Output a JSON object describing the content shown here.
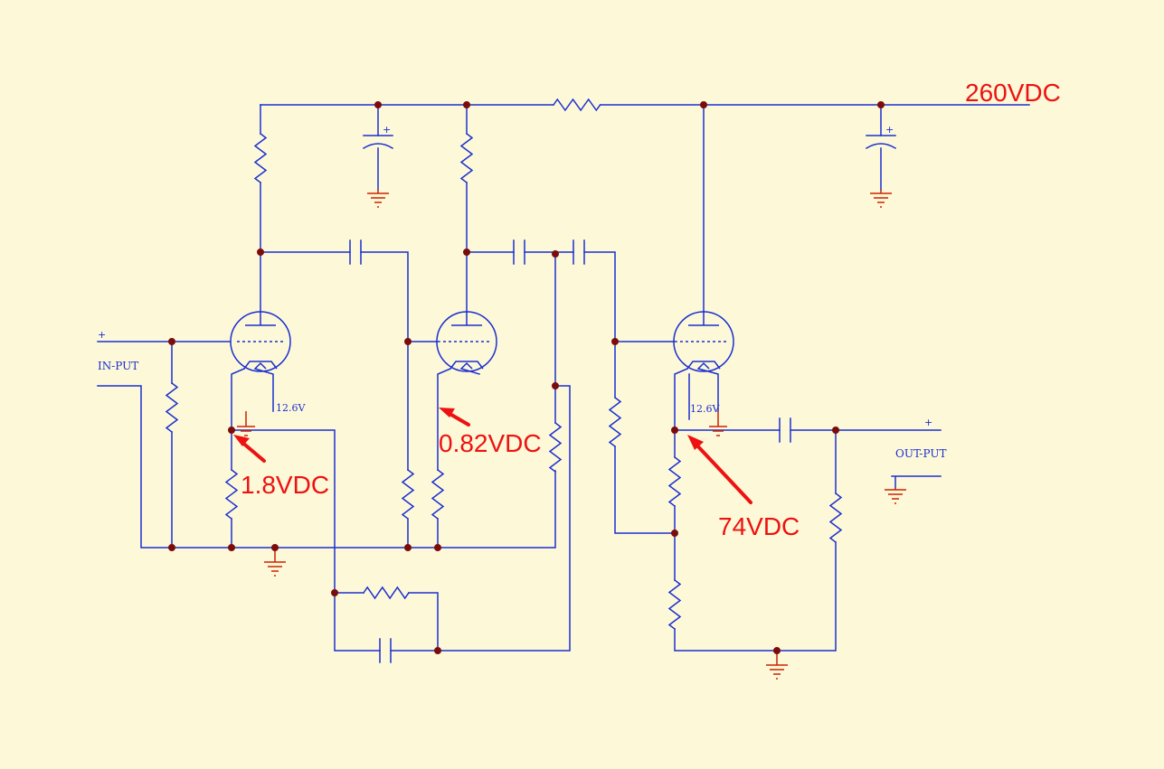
{
  "labels": {
    "input": "IN-PUT",
    "output": "OUT-PUT",
    "heater_1": "12.6V",
    "heater_2": "12.6V",
    "supply": "260VDC",
    "v_cathode_1": "1.8VDC",
    "v_cathode_2": "0.82VDC",
    "v_cathode_3": "74VDC",
    "plus": "+"
  },
  "colors": {
    "wire": "#1b2fd0",
    "ground": "#cc2200",
    "annotation": "#ee1111",
    "junction": "#7a0c0c",
    "background": "#fdf9d8"
  }
}
